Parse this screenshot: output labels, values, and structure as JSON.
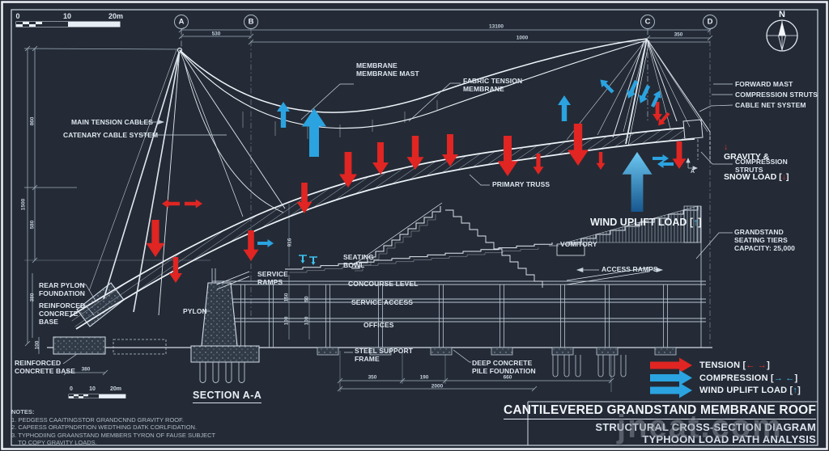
{
  "colors": {
    "background": "#242b36",
    "line": "#d8e0ea",
    "red": "#e02522",
    "blue": "#2ba3e0",
    "blue_dark": "#1a5e9c",
    "cyan": "#3cc3ef",
    "text": "#dde5ee",
    "watermark": "#8d939e"
  },
  "compass_label": "N",
  "grid_markers": {
    "a": "A",
    "b": "B",
    "c": "C",
    "d": "D"
  },
  "scale_top": {
    "t0": "0",
    "t1": "10",
    "t2": "20m"
  },
  "scale_bottom": {
    "t0": "0",
    "t1": "10",
    "t2": "20m"
  },
  "dims": {
    "top_530": "530",
    "top_13100": "13100",
    "top_1000": "1000",
    "top_350": "350",
    "left_860": "860",
    "left_1500": "1500",
    "left_580": "580",
    "left_380": "380",
    "left_100": "100",
    "mid_150": "150",
    "mid_100a": "100",
    "mid_50": "50",
    "mid_100b": "100",
    "mid_916": "916",
    "bot_380": "380",
    "bot_350": "350",
    "bot_190": "190",
    "bot_660": "660",
    "bot_2000": "2000"
  },
  "callouts": {
    "membrane_mast": "MEMBRANE\nMEMBRANE MAST",
    "fabric_membrane": "FABRIC TENSION\nMEMBRANE",
    "main_tension_cables": "MAIN TENSION CABLES",
    "catenary_cable_system": "CATENARY CABLE SYSTEM",
    "forward_mast": "FORWARD MAST",
    "compression_struts_upper": "COMPRESSION STRUTS",
    "cable_net_system": "CABLE NET SYSTEM",
    "compression_struts_lower": "COMPRESSION\nSTRUTS",
    "primary_truss": "PRIMARY TRUSS",
    "vomitory": "VOMITORY",
    "access_ramps": "ACCESS RAMPS",
    "grandstand_seating": "GRANDSTAND\nSEATING TIERS\nCAPACITY: 25,000",
    "seating_bowl": "SEATING\nBOWL",
    "service_ramps": "SERVICE\nRAMPS",
    "concourse_level": "CONCOURSE LEVEL",
    "service_access": "SERVICE ACCESS",
    "offices": "OFFICES",
    "steel_support_frame": "STEEL SUPPORT\nFRAME",
    "deep_pile_foundation": "DEEP CONCRETE\nPILE FOUNDATION",
    "rear_pylon_foundation": "REAR PYLON\nFOUNDATION",
    "reinforced_concrete_base_upper": "REINFORCED\nCONCRETE\nBASE",
    "reinforced_concrete_base_lower": "REINFORCED\nCONCRETE BASE",
    "pylon": "PYLON",
    "detail_marker": "A"
  },
  "loads": {
    "gravity_arrow1": "↓",
    "gravity_line1": "GRAVITY &",
    "gravity_line2_pre": "SNOW LOAD [",
    "gravity_arrow2": "↓",
    "gravity_line2_post": "]",
    "wind_pre": "WIND UPLIFT LOAD [",
    "wind_arrow": "↑",
    "wind_post": "]"
  },
  "legend": {
    "tension_pre": "TENSION [",
    "tension_glyphs": "←  →",
    "tension_post": "]",
    "compression_pre": "COMPRESSION [",
    "compression_glyphs": "→  ←",
    "compression_post": "]",
    "wind_pre": "WIND UPLIFT LOAD [",
    "wind_glyph": "↑",
    "wind_post": "]"
  },
  "section_label": "SECTION A-A",
  "notes": {
    "heading": "NOTES:",
    "item1": "1. PEDGESS CAAITINGSTOR GRANDCNND GRAVITY ROOF.",
    "item2": "2. CAPEESS ORATPNDRTION WEDTHING DATK CORLFIDATION.",
    "item3": "3. TYPHODIING GRAANSTAND MEMBERS TYRON OF FAUSE SUBJECT\n    TO COPY GRAVITY LOADS."
  },
  "title_block": {
    "line1": "CANTILEVERED GRANDSTAND MEMBRANE ROOF",
    "line2": "STRUCTURAL CROSS-SECTION DIAGRAM",
    "line3": "TYPHOON LOAD PATH ANALYSIS"
  },
  "watermark": "jneat.com"
}
